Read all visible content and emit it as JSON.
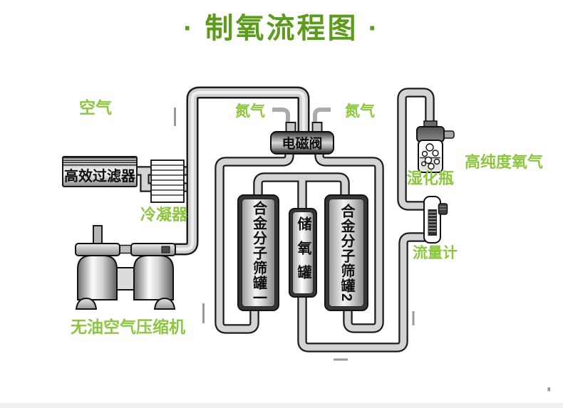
{
  "title": "· 制氧流程图 ·",
  "labels": {
    "air": "空气",
    "nitrogen_left": "氮气",
    "nitrogen_right": "氮气",
    "solenoid_valve": "电磁阀",
    "hepa_filter": "高效过滤器",
    "condenser": "冷凝器",
    "compressor": "无油空气压缩机",
    "sieve_tank_1": "合金分子筛罐一",
    "oxygen_storage_tank": "储氧罐",
    "sieve_tank_2": "合金分子筛罐2",
    "humidifier_bottle": "湿化瓶",
    "high_purity_oxygen": "高纯度氧气",
    "flow_meter": "流量计"
  },
  "colors": {
    "title_green": "#5c9c1d",
    "label_green": "#8cc63e",
    "pipe_outline": "#1d1d1d",
    "pipe_fill": "#d4d4d4",
    "background": "#ffffff"
  }
}
